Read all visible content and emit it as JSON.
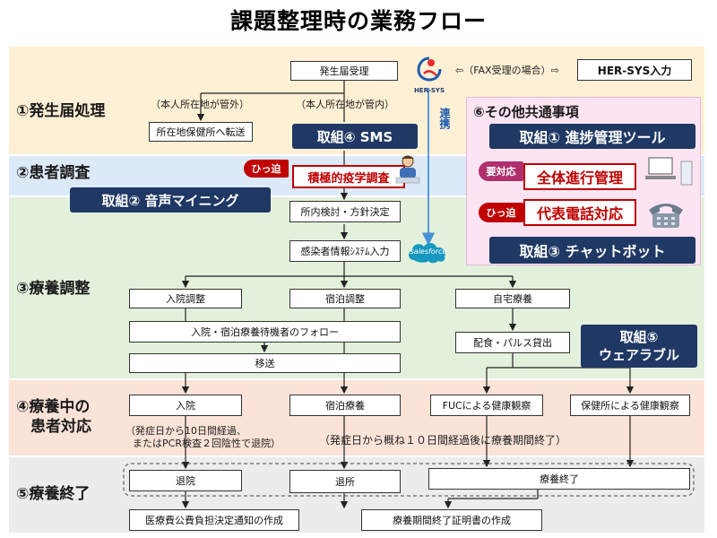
{
  "title": "課題整理時の業務フロー",
  "colors": {
    "phase_1_bg": "#fdf0d4",
    "phase_2_bg": "#dce9f7",
    "phase_3_bg": "#e3f1dc",
    "phase_4_bg": "#fbe3d7",
    "phase_5_bg": "#ececec",
    "other_bg": "#fce4f3",
    "navy": "#1f3864",
    "red": "#c00000",
    "link_line": "#4a90d9"
  },
  "phases": {
    "p1": "①発生届処理",
    "p2": "②患者調査",
    "p3": "③療養調整",
    "p4a": "④療養中の",
    "p4b": "患者対応",
    "p5": "⑤療養終了",
    "p6": "⑥その他共通事項"
  },
  "boxes": {
    "hassei": "発生届受理",
    "tensou": "所在地保健所へ転送",
    "kentou": "所内検討・方針決定",
    "system": "感染者情報ｼｽﾃﾑ入力",
    "nyuin_chosei": "入院調整",
    "shukuhaku_chosei": "宿泊調整",
    "jitaku": "自宅療養",
    "follow": "入院・宿泊療養待機者のフォロー",
    "haishoku": "配食・パルス貸出",
    "isou": "移送",
    "nyuin": "入院",
    "shukuhaku": "宿泊療養",
    "fuc": "FUCによる健康観察",
    "hokenjo": "保健所による健康観察",
    "taiin": "退院",
    "taisho": "退所",
    "ryoyo_end": "療養終了",
    "iryohi": "医療費公費負担決定通知の作成",
    "shomei": "療養期間終了証明書の作成",
    "hersys": "HER-SYS入力",
    "zentai": "全体進行管理",
    "daihyo": "代表電話対応",
    "sekkyoku": "積極的疫学調査"
  },
  "notes": {
    "kangai": "（本人所在地が管外）",
    "kannai": "（本人所在地が管内）",
    "fax": "⇦（FAX受理の場合）⇨",
    "renkei": "連携",
    "taiin_note_1": "（発症日から10日間経過、",
    "taiin_note_2": "またはPCR検査２回陰性で退院）",
    "kikan_note": "（発症日から概ね１０日間経過後に療養期間終了）"
  },
  "initiatives": {
    "sms": "取組④ SMS",
    "voice": "取組② 音声マイニング",
    "shinchoku": "取組① 進捗管理ツール",
    "chatbot": "取組③ チャットボット",
    "wearable_1": "取組⑤",
    "wearable_2": "ウェアラブル"
  },
  "tags": {
    "hippaku_1": "ひっ迫",
    "youtaiou": "要対応",
    "hippaku_2": "ひっ迫"
  },
  "logos": {
    "hersys": "HER-SYS",
    "salesforce": "salesforce"
  }
}
